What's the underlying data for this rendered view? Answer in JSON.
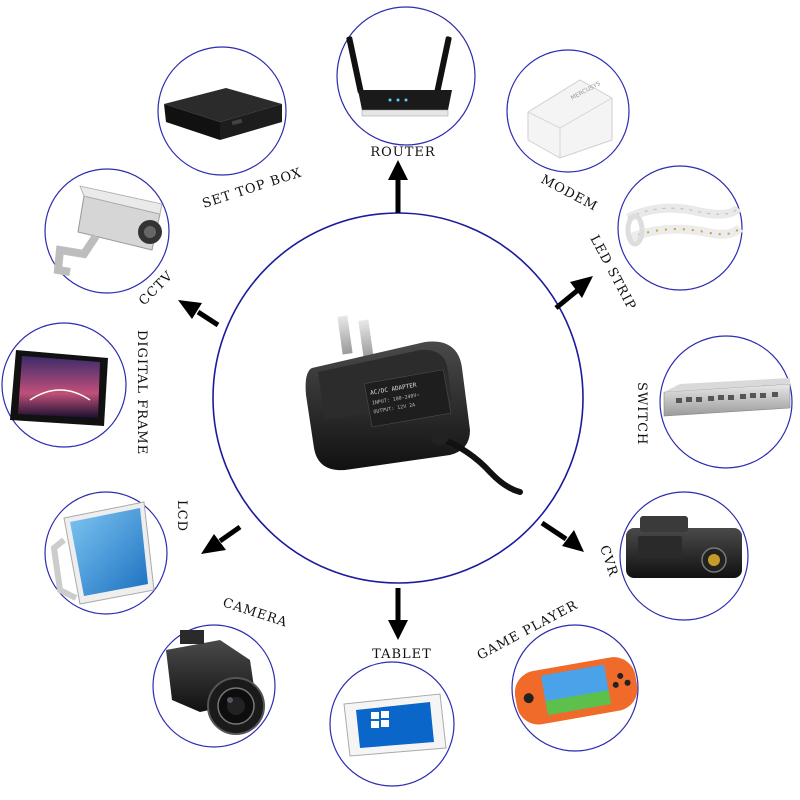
{
  "diagram": {
    "center": {
      "name": "AC/DC ADAPTER",
      "label_lines": [
        "AC/DC ADAPTER",
        "INPUT: 100-240V~",
        "OUTPUT: 12V 2A"
      ]
    },
    "devices": [
      {
        "id": "router",
        "label": "ROUTER"
      },
      {
        "id": "modem",
        "label": "MODEM",
        "brand": "MERCUSYS"
      },
      {
        "id": "led-strip",
        "label": "LED STRIP"
      },
      {
        "id": "switch",
        "label": "SWITCH"
      },
      {
        "id": "cvr",
        "label": "CVR"
      },
      {
        "id": "game-player",
        "label": "GAME PLAYER"
      },
      {
        "id": "tablet",
        "label": "TABLET"
      },
      {
        "id": "camera",
        "label": "CAMERA"
      },
      {
        "id": "lcd",
        "label": "LCD"
      },
      {
        "id": "digital-frame",
        "label": "DIGITAL FRAME"
      },
      {
        "id": "cctv",
        "label": "CCTV"
      },
      {
        "id": "set-top-box",
        "label": "SET TOP BOX"
      }
    ]
  }
}
